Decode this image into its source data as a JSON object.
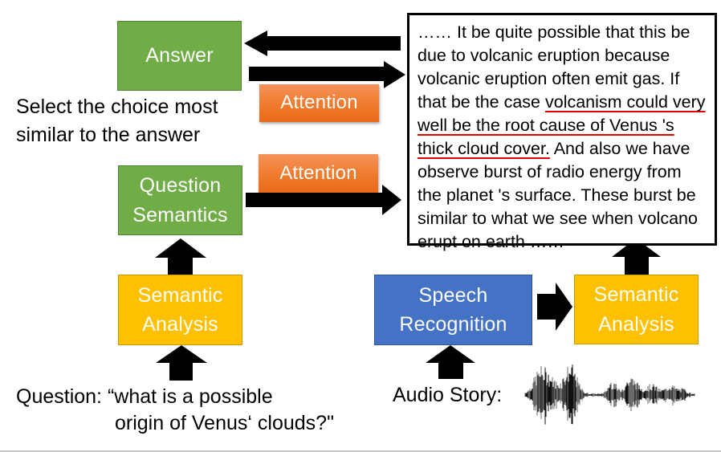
{
  "diagram": {
    "answer_box": {
      "label": "Answer"
    },
    "answer_caption": [
      "Select the choice most",
      "similar to the answer"
    ],
    "attention_top": {
      "label": "Attention"
    },
    "attention_mid": {
      "label": "Attention"
    },
    "question_semantics_box": {
      "lines": [
        "Question",
        "Semantics"
      ]
    },
    "semantic_analysis_left": {
      "lines": [
        "Semantic",
        "Analysis"
      ]
    },
    "semantic_analysis_right": {
      "lines": [
        "Semantic",
        "Analysis"
      ]
    },
    "speech_recognition_box": {
      "lines": [
        "Speech",
        "Recognition"
      ]
    },
    "question_label": {
      "line1": "Question: “what is a possible",
      "line2": "origin of Venus‘ clouds?\""
    },
    "audio_story_label": "Audio Story:",
    "story": {
      "before": "…… It be quite possible that this be due to volcanic eruption because volcanic eruption often emit gas. If that be the case ",
      "highlighted": "volcanism could very well be the root cause of Venus 's thick cloud cover.",
      "after": " And also we have observe burst of radio energy from the planet 's surface. These burst be similar to what we see when volcano erupt on earth ……"
    },
    "colors": {
      "answer_green": "#70ad47",
      "attention_orange": "#f07a2c",
      "semantic_yellow": "#ffc000",
      "speech_blue": "#4472c4",
      "highlight_underline": "#e00000"
    },
    "icons": {
      "waveform": "audio-waveform-icon"
    }
  }
}
